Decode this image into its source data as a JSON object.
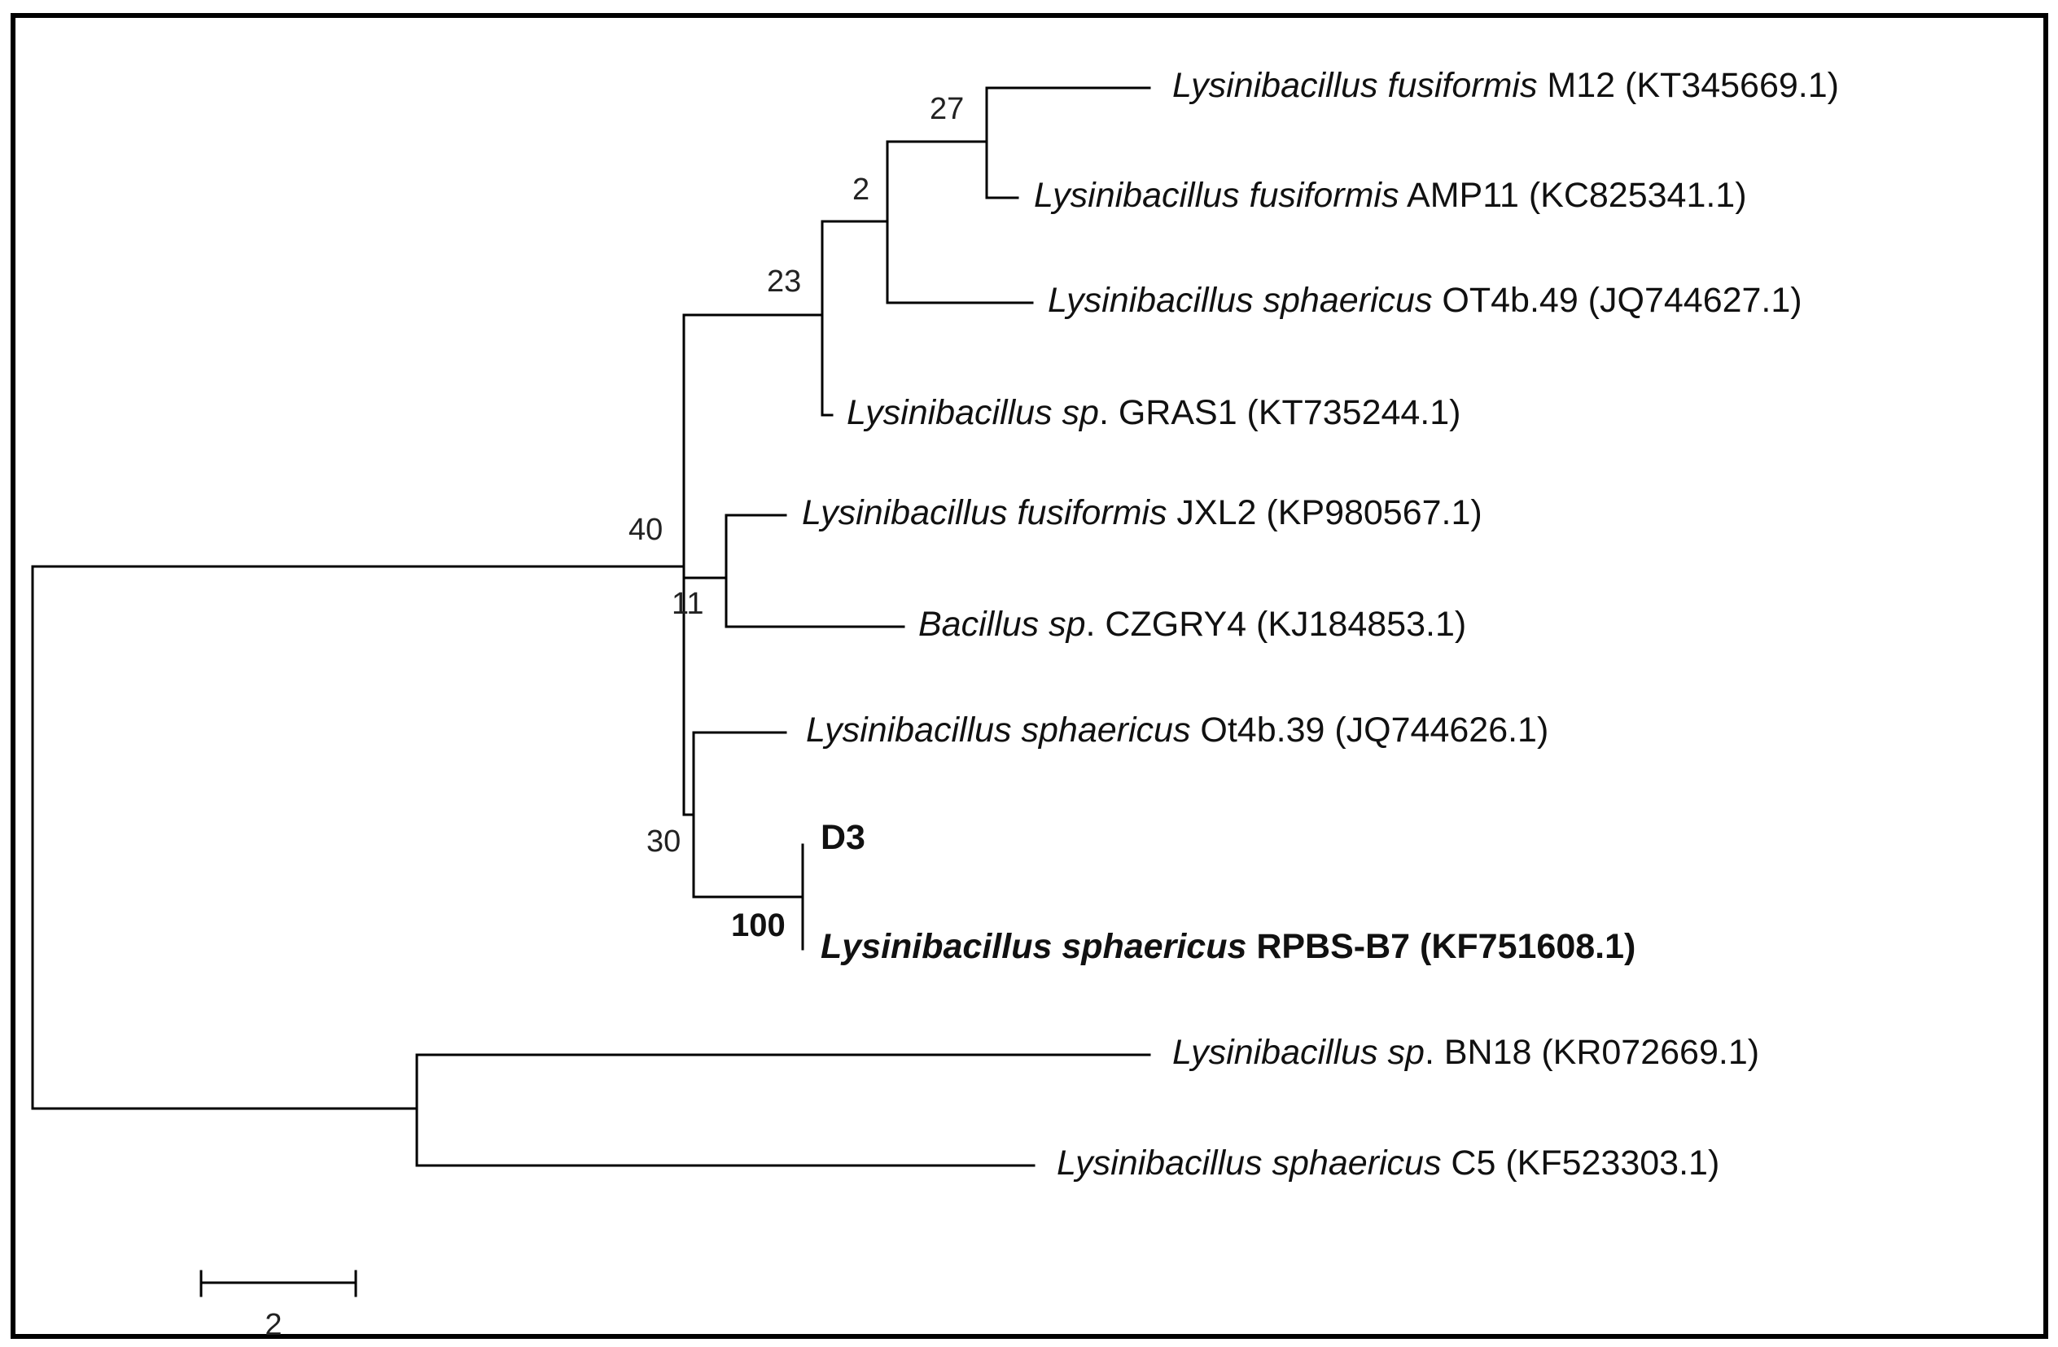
{
  "tree": {
    "leaves": {
      "fusiformis_m12": {
        "italic": "Lysinibacillus fusiformis",
        "rest": " M12 (KT345669.1)"
      },
      "fusiformis_amp11": {
        "italic": "Lysinibacillus fusiformis",
        "rest": " AMP11 (KC825341.1)"
      },
      "sphaericus_ot4b49": {
        "italic": "Lysinibacillus sphaericus",
        "rest": " OT4b.49 (JQ744627.1)"
      },
      "sp_gras1": {
        "italic": "Lysinibacillus sp",
        "rest": ". GRAS1 (KT735244.1)"
      },
      "fusiformis_jxl2": {
        "italic": "Lysinibacillus fusiformis",
        "rest": " JXL2 (KP980567.1)"
      },
      "bacillus_czgry4": {
        "italic": "Bacillus sp",
        "rest": ". CZGRY4 (KJ184853.1)"
      },
      "sphaericus_ot4b39": {
        "italic": "Lysinibacillus sphaericus",
        "rest": " Ot4b.39 (JQ744626.1)"
      },
      "d3": {
        "italic": "",
        "rest": "D3"
      },
      "sphaericus_rpbs": {
        "italic": "Lysinibacillus sphaericus",
        "rest": " RPBS-B7 (KF751608.1)"
      },
      "sp_bn18": {
        "italic": "Lysinibacillus sp",
        "rest": ". BN18 (KR072669.1)"
      },
      "sphaericus_c5": {
        "italic": "Lysinibacillus sphaericus",
        "rest": " C5 (KF523303.1)"
      }
    },
    "support": {
      "n27": "27",
      "n2": "2",
      "n23": "23",
      "n40": "40",
      "n11": "11",
      "n30": "30",
      "n100": "100"
    }
  },
  "scale_bar": {
    "label": "2"
  }
}
